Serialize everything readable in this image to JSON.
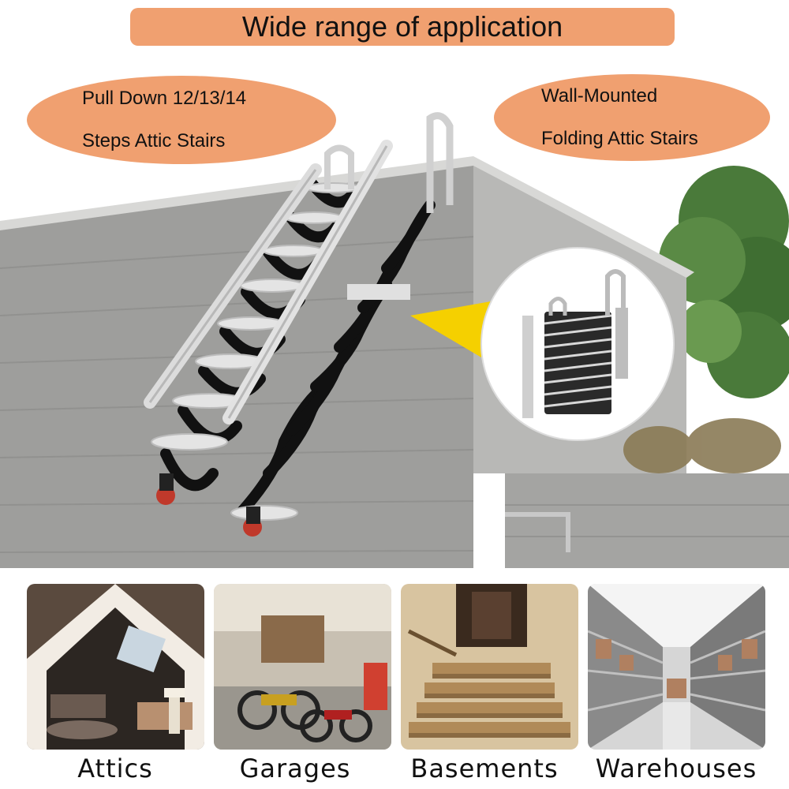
{
  "title": "Wide range of application",
  "left_badge": {
    "line1": "Pull Down 12/13/14",
    "line2": "Steps Attic Stairs"
  },
  "right_badge": {
    "line1": "Wall-Mounted",
    "line2": "Folding Attic Stairs"
  },
  "applications": [
    {
      "label": "Attics"
    },
    {
      "label": "Garages"
    },
    {
      "label": "Basements"
    },
    {
      "label": "Warehouses"
    }
  ],
  "colors": {
    "badge": "#f0a070",
    "callout": "#f5d000",
    "concrete": "#a9a9a7"
  }
}
